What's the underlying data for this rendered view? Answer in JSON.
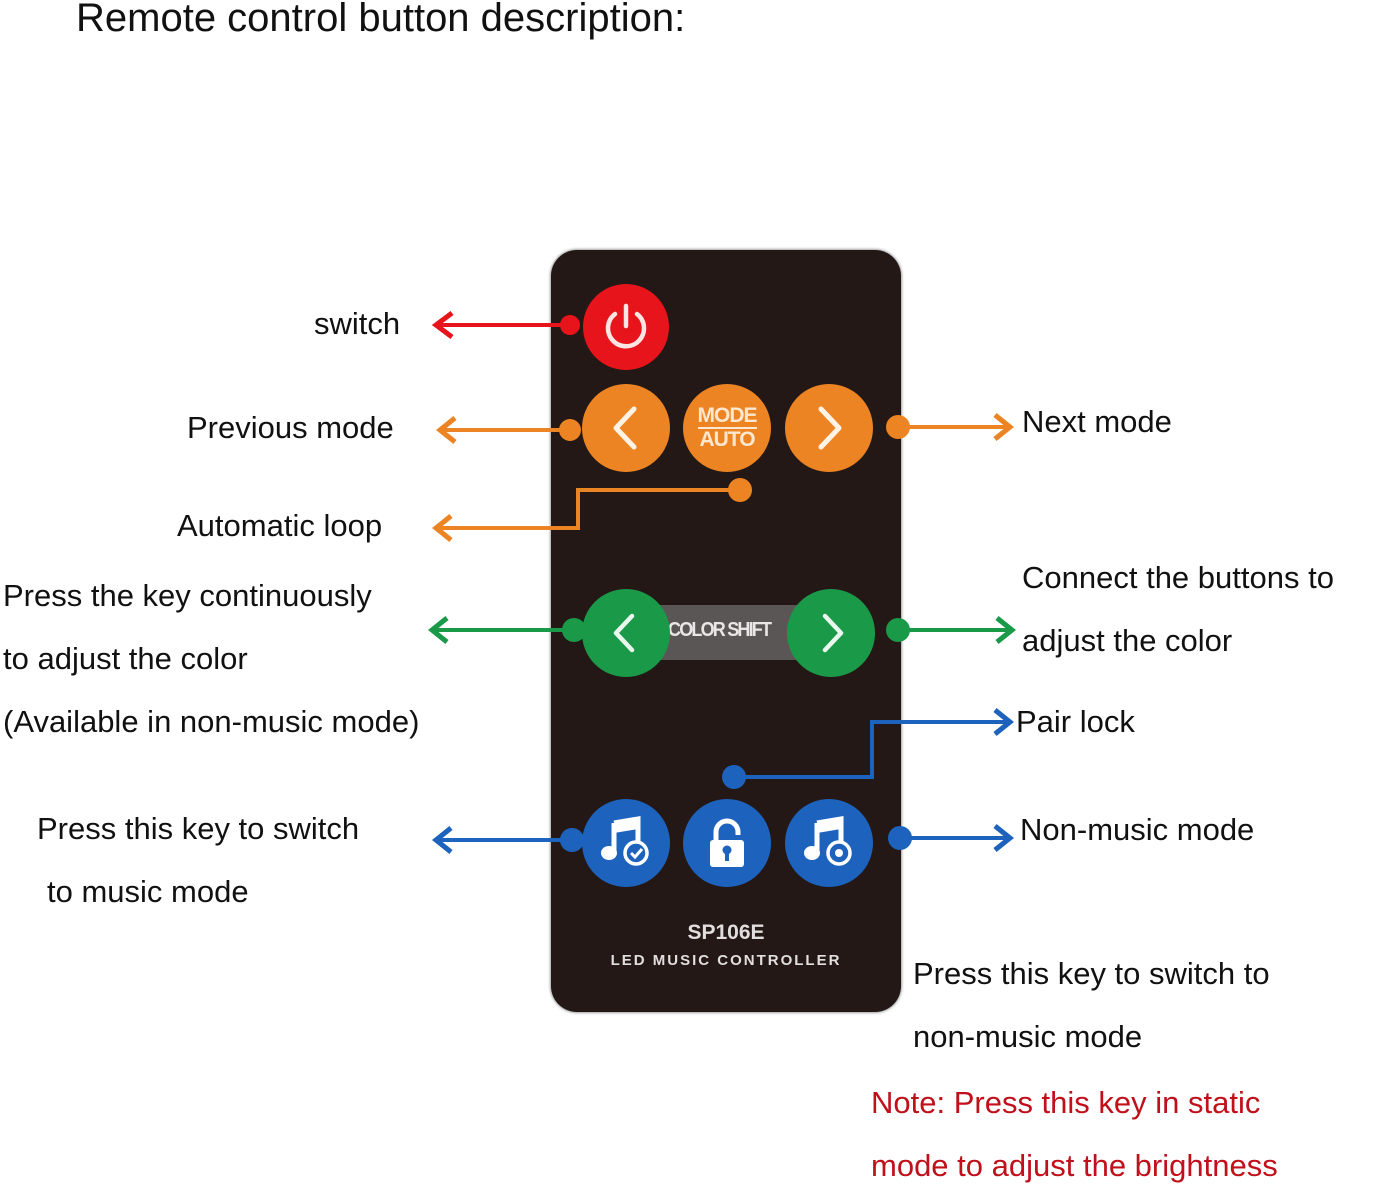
{
  "title": "Remote control button description:",
  "colors": {
    "red": "#e8141b",
    "orange": "#ec8423",
    "green": "#1a9a48",
    "blue": "#1d63bd",
    "remote_body": "#231815",
    "note_text": "#c0101a"
  },
  "remote": {
    "model": "SP106E",
    "subtitle": "LED MUSIC CONTROLLER",
    "buttons": {
      "power": {
        "icon": "power-icon"
      },
      "previous_mode": {
        "icon": "chevron-left-icon"
      },
      "mode_auto": {
        "top": "MODE",
        "bottom": "AUTO"
      },
      "next_mode": {
        "icon": "chevron-right-icon"
      },
      "color_prev": {
        "icon": "chevron-left-icon"
      },
      "color_shift_label": "COLOR SHIFT",
      "color_next": {
        "icon": "chevron-right-icon"
      },
      "music_mode": {
        "icon": "music-note-check-icon"
      },
      "pair_lock": {
        "icon": "lock-icon"
      },
      "non_music_mode": {
        "icon": "music-note-circle-icon"
      }
    }
  },
  "labels": {
    "switch": "switch",
    "previous_mode": "Previous mode",
    "next_mode": "Next mode",
    "automatic_loop": "Automatic loop",
    "color_left": [
      "Press the key continuously",
      "to adjust the color",
      "(Available in non-music mode)"
    ],
    "color_right": [
      "Connect the buttons to",
      "adjust the color"
    ],
    "pair_lock": "Pair lock",
    "music_mode": [
      "Press this key to switch",
      "to music mode"
    ],
    "non_music_mode": "Non-music mode",
    "non_music_desc": [
      "Press this key to switch to",
      "non-music mode"
    ],
    "note": [
      "Note: Press this key in static",
      "mode to adjust the brightness"
    ]
  }
}
